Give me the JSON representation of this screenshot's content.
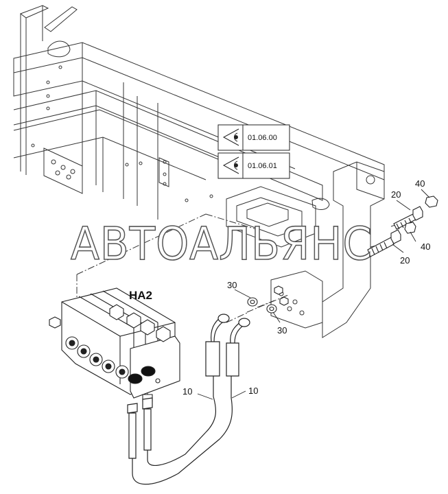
{
  "diagram": {
    "assembly_label": "HA2",
    "watermark": "АВТОАЛЬЯНС",
    "references": [
      {
        "code": "01.06.00",
        "icon": "eye-view-icon"
      },
      {
        "code": "01.06.01",
        "icon": "eye-view-icon"
      }
    ],
    "callouts": {
      "c10a": "10",
      "c10b": "10",
      "c20a": "20",
      "c20b": "20",
      "c30a": "30",
      "c30b": "30",
      "c40a": "40",
      "c40b": "40"
    },
    "colors": {
      "line": "#222222",
      "watermark_outline": "#555555",
      "background": "#ffffff"
    }
  }
}
